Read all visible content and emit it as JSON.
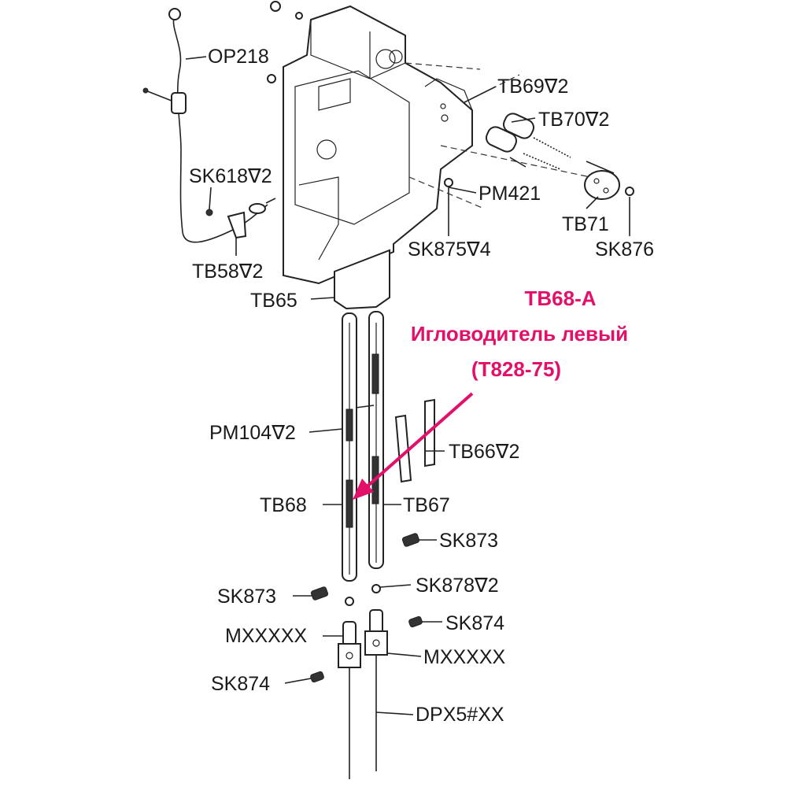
{
  "labels": {
    "op218": "OP218",
    "tb69": "TB69∇2",
    "tb70": "TB70∇2",
    "sk618": "SK618∇2",
    "pm421": "PM421",
    "tb71": "TB71",
    "sk875": "SK875∇4",
    "sk876": "SK876",
    "tb58": "TB58∇2",
    "tb65": "TB65",
    "pm104": "PM104∇2",
    "tb66": "TB66∇2",
    "tb68": "TB68",
    "tb67": "TB67",
    "sk873_right": "SK873",
    "sk873_left": "SK873",
    "sk878": "SK878∇2",
    "sk874_right": "SK874",
    "mxxxxx_left": "MXXXXX",
    "mxxxxx_right": "MXXXXX",
    "sk874_left": "SK874",
    "dpx5": "DPX5#XX"
  },
  "highlight": {
    "code": "TB68-A",
    "name": "Игловодитель левый",
    "ref": "(T828-75)",
    "color": "#e3106a"
  }
}
